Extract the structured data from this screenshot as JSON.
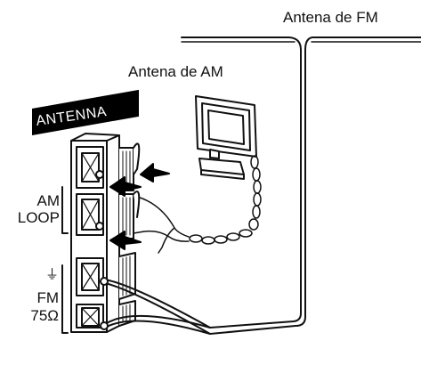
{
  "labels": {
    "fm_antenna": "Antena de FM",
    "am_antenna": "Antena de AM",
    "panel": "ANTENNA",
    "am": "AM",
    "loop": "LOOP",
    "ground_symbol": "⏚",
    "fm": "FM",
    "impedance": "75Ω"
  },
  "colors": {
    "line": "#111111",
    "fill": "#ffffff",
    "panel_bg": "#000000",
    "panel_text": "#ffffff"
  },
  "icons": [
    "fm-antenna-wire",
    "am-loop-antenna",
    "terminal-block",
    "push-arrow",
    "ground-symbol"
  ]
}
